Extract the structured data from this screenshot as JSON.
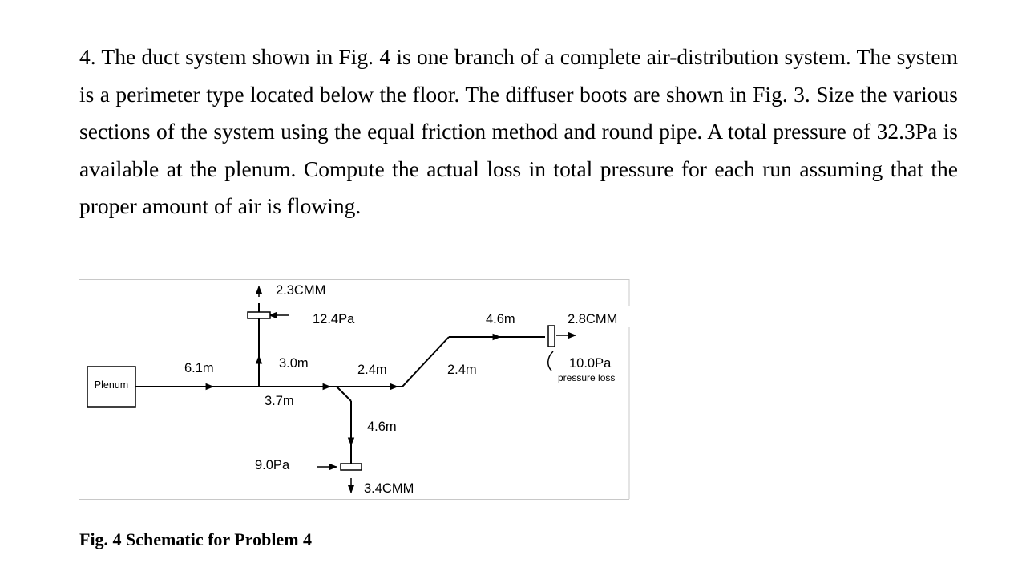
{
  "problem": {
    "text": "4. The duct system shown in Fig. 4 is one branch of a complete air-distribution system. The system is a perimeter type located below the floor. The diffuser boots are shown in Fig. 3. Size the various sections of the system using the equal friction method and round pipe. A total pressure of 32.3Pa is available at the plenum. Compute the actual loss in total pressure for each run assuming that the proper amount of air is flowing."
  },
  "figure": {
    "plenum_label": "Plenum",
    "labels": {
      "flow_top": "2.3CMM",
      "loss_top": "12.4Pa",
      "len_main_1": "6.1m",
      "len_riser": "3.0m",
      "len_main_2": "3.7m",
      "len_main_3": "2.4m",
      "len_down": "4.6m",
      "loss_bottom": "9.0Pa",
      "flow_bottom": "3.4CMM",
      "len_diag": "2.4m",
      "len_upper": "4.6m",
      "flow_right": "2.8CMM",
      "loss_right": "10.0Pa",
      "loss_right_note": "pressure loss"
    },
    "caption": "Fig. 4 Schematic for Problem 4"
  }
}
